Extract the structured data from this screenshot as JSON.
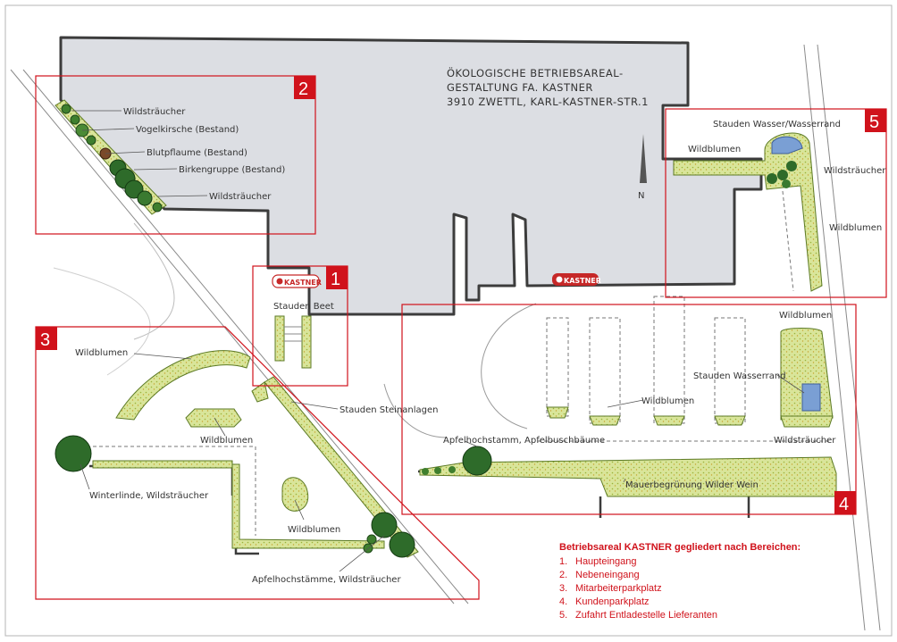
{
  "plan": {
    "title_lines": [
      "ÖKOLOGISCHE BETRIEBSAREAL-",
      "GESTALTUNG FA. KASTNER",
      "3910 ZWETTL, KARL-KASTNER-STR.1"
    ],
    "north_label": "N",
    "logo_text": "KASTNER",
    "colors": {
      "building": "#dcdee3",
      "building_edge": "#3c3c3c",
      "planting": "#d4e28a",
      "planting_edge": "#5c7a25",
      "tree": "#2e6b2a",
      "frame": "#d0121b",
      "water": "#7a9fd4"
    }
  },
  "areas": [
    {
      "number": "1",
      "labels": [
        "Stauden Beet"
      ]
    },
    {
      "number": "2",
      "labels": [
        "Wildsträucher",
        "Vogelkirsche (Bestand)",
        "Blutpflaume (Bestand)",
        "Birkengruppe (Bestand)",
        "Wildsträucher"
      ]
    },
    {
      "number": "3",
      "labels": [
        "Wildblumen",
        "Wildblumen",
        "Winterlinde, Wildsträucher",
        "Wildblumen",
        "Apfelhochstämme, Wildsträucher"
      ]
    },
    {
      "number": "4",
      "labels": [
        "Wildblumen",
        "Stauden Wasserrand",
        "Wildblumen",
        "Apfelhochstamm, Apfelbuschbäume",
        "Mauerbegrünung Wilder Wein",
        "Wildsträucher"
      ]
    },
    {
      "number": "5",
      "labels": [
        "Stauden Wasser/Wasserrand",
        "Wildblumen",
        "Wildsträucher",
        "Wildblumen"
      ]
    }
  ],
  "road_label": "Stauden Steinanlagen",
  "legend": {
    "heading": "Betriebsareal KASTNER gegliedert nach Bereichen:",
    "items": [
      {
        "n": "1.",
        "label": "Haupteingang"
      },
      {
        "n": "2.",
        "label": "Nebeneingang"
      },
      {
        "n": "3.",
        "label": "Mitarbeiterparkplatz"
      },
      {
        "n": "4.",
        "label": "Kundenparkplatz"
      },
      {
        "n": "5.",
        "label": "Zufahrt Entladestelle Lieferanten"
      }
    ]
  }
}
